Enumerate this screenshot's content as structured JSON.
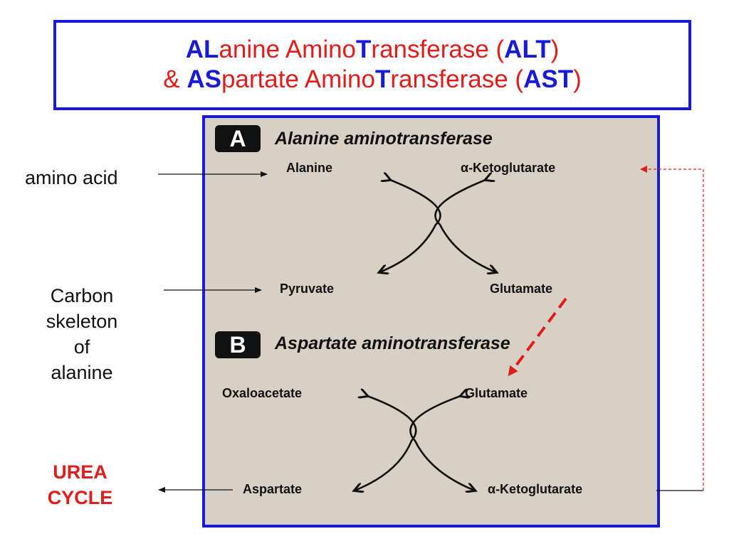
{
  "title": {
    "line1": [
      {
        "text": "AL",
        "style": "blue"
      },
      {
        "text": "anine Amino",
        "style": "red"
      },
      {
        "text": "T",
        "style": "blue"
      },
      {
        "text": "ransferase (",
        "style": "red"
      },
      {
        "text": "ALT",
        "style": "blue"
      },
      {
        "text": ")",
        "style": "red"
      }
    ],
    "line2": [
      {
        "text": "& ",
        "style": "red"
      },
      {
        "text": "AS",
        "style": "blue"
      },
      {
        "text": "partate Amino",
        "style": "red"
      },
      {
        "text": "T",
        "style": "blue"
      },
      {
        "text": "ransferase (",
        "style": "red"
      },
      {
        "text": "AST",
        "style": "blue"
      },
      {
        "text": ")",
        "style": "red"
      }
    ]
  },
  "section_a": {
    "badge": "A",
    "heading": "Alanine aminotransferase",
    "top_left": "Alanine",
    "top_right": "α-Ketoglutarate",
    "bottom_left": "Pyruvate",
    "bottom_right": "Glutamate"
  },
  "section_b": {
    "badge": "B",
    "heading": "Aspartate aminotransferase",
    "top_left": "Oxaloacetate",
    "top_right": "Glutamate",
    "bottom_left": "Aspartate",
    "bottom_right": "α-Ketoglutarate"
  },
  "side_labels": {
    "amino_acid": "amino acid",
    "carbon_skeleton": [
      "Carbon",
      "skeleton",
      "of",
      "alanine"
    ],
    "urea_cycle": [
      "UREA",
      "CYCLE"
    ]
  },
  "colors": {
    "title_blue": "#1a1adb",
    "title_red": "#e21b1b",
    "panel_bg": "#d8d0c4",
    "dashed_red": "#e21b1b"
  }
}
